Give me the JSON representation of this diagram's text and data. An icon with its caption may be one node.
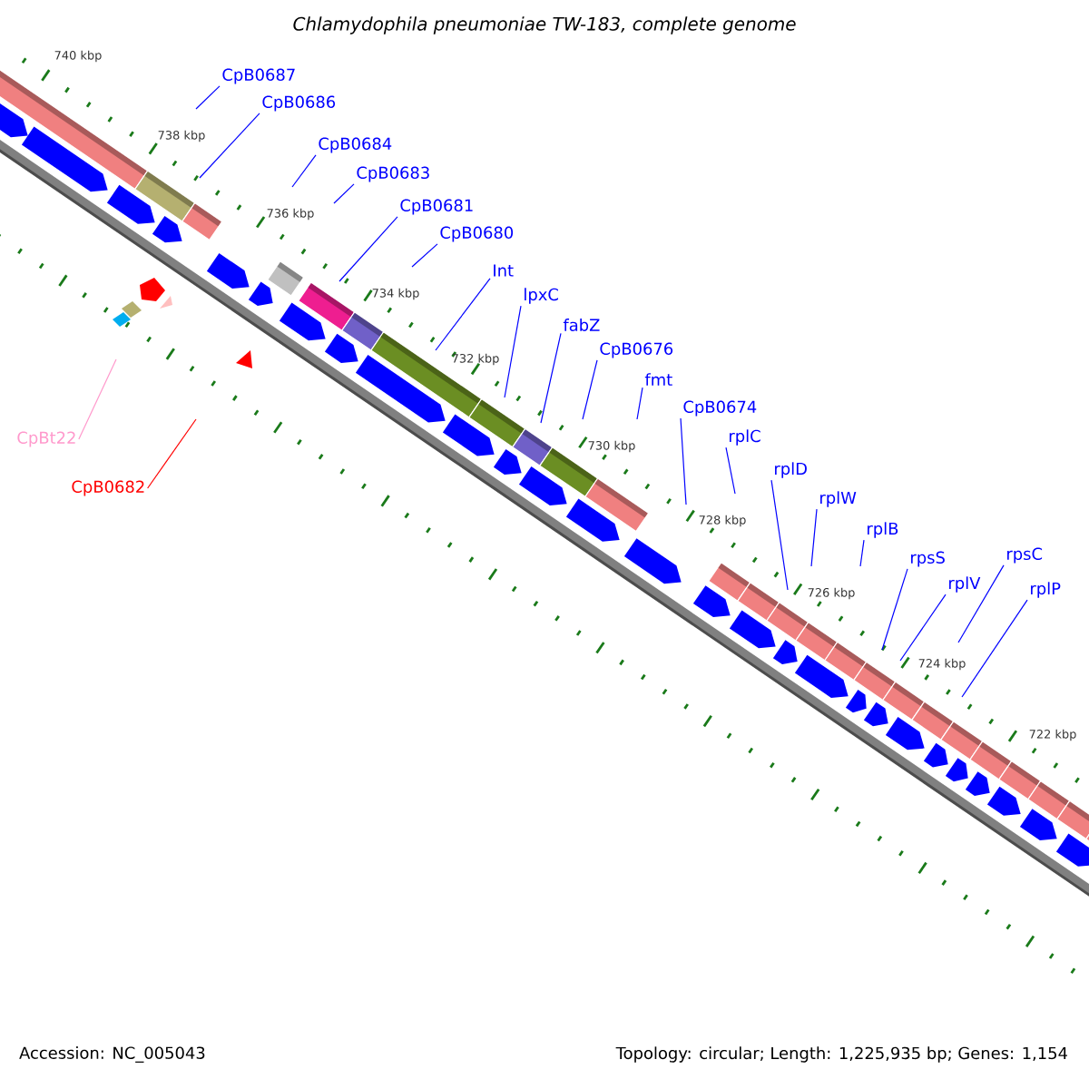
{
  "diagram": {
    "title": "*Chlamydophila pneumoniae* TW-183, complete genome",
    "nodes": [
      {
        "text": [
          "CpB0687"
        ]
      },
      {
        "text": [
          "CpB0686"
        ]
      },
      {
        "text": [
          "CpB0684"
        ]
      },
      {
        "text": [
          "CpB0683"
        ]
      },
      {
        "text": [
          "CpB0681"
        ]
      },
      {
        "text": [
          "CpB0680"
        ]
      },
      {
        "text": [
          "Int"
        ]
      },
      {
        "text": [
          "lpxC"
        ]
      },
      {
        "text": [
          "fabZ"
        ]
      },
      {
        "text": [
          "CpB0676"
        ]
      },
      {
        "text": [
          "fmt"
        ]
      },
      {
        "text": [
          "CpB0674"
        ]
      },
      {
        "text": [
          "rplC"
        ]
      },
      {
        "text": [
          "rplD"
        ]
      },
      {
        "text": [
          "rplW"
        ]
      },
      {
        "text": [
          "rplB"
        ]
      },
      {
        "text": [
          "rpsS"
        ]
      },
      {
        "text": [
          "rplV"
        ]
      },
      {
        "text": [
          "rpsC"
        ]
      },
      {
        "text": [
          "rplP"
        ]
      },
      {
        "text": [
          "CpBt22"
        ]
      },
      {
        "text": [
          "CpB0682"
        ]
      }
    ],
    "edges": [
      {
        "from": 0,
        "to": null,
        "arrow": "none"
      },
      {
        "from": 1,
        "to": null,
        "arrow": "none"
      },
      {
        "from": 2,
        "to": null,
        "arrow": "none"
      },
      {
        "from": 3,
        "to": null,
        "arrow": "none"
      },
      {
        "from": 4,
        "to": null,
        "arrow": "none"
      },
      {
        "from": 5,
        "to": null,
        "arrow": "none"
      },
      {
        "from": 6,
        "to": null,
        "arrow": "none"
      },
      {
        "from": 7,
        "to": null,
        "arrow": "none"
      },
      {
        "from": 8,
        "to": null,
        "arrow": "none"
      },
      {
        "from": 9,
        "to": null,
        "arrow": "none"
      },
      {
        "from": 10,
        "to": null,
        "arrow": "none"
      },
      {
        "from": 11,
        "to": null,
        "arrow": "none"
      },
      {
        "from": 12,
        "to": null,
        "arrow": "none"
      },
      {
        "from": 13,
        "to": null,
        "arrow": "none"
      },
      {
        "from": 14,
        "to": null,
        "arrow": "none"
      },
      {
        "from": 15,
        "to": null,
        "arrow": "none"
      },
      {
        "from": 16,
        "to": null,
        "arrow": "none"
      },
      {
        "from": 17,
        "to": null,
        "arrow": "none"
      },
      {
        "from": 18,
        "to": null,
        "arrow": "none"
      },
      {
        "from": 19,
        "to": null,
        "arrow": "none"
      },
      {
        "from": 20,
        "to": null,
        "arrow": "none",
        "color": "#ff99cc"
      },
      {
        "from": 21,
        "to": null,
        "arrow": "none",
        "color": "#ff0000"
      }
    ],
    "labels": [
      "740 kbp",
      "738 kbp",
      "736 kbp",
      "734 kbp",
      "732 kbp",
      "730 kbp",
      "728 kbp",
      "726 kbp",
      "724 kbp",
      "722 kbp",
      "Accession: NC_005043",
      "Topology: circular; Length: 1,225,935 bp; Genes: 1,154"
    ]
  }
}
